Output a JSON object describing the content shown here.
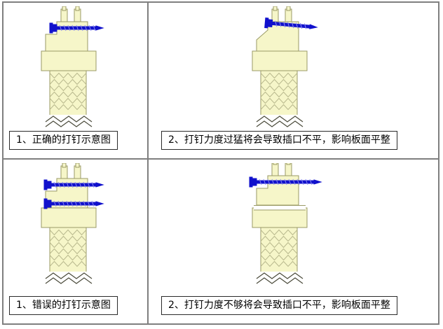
{
  "colors": {
    "panel_fill": "#f6f6c9",
    "panel_outline": "#9a9a66",
    "hatch": "#b9b98e",
    "screw_blue": "#1111cc",
    "screw_thread": "#8c8cf2",
    "line": "#4a4a3a",
    "grid_border": "#7f7f7f"
  },
  "panels": [
    {
      "caption": "1、正确的打钉示意图",
      "variant": "correct"
    },
    {
      "caption": "2、打钉力度过猛将会导致插口不平，影响板面平整",
      "variant": "overdriven"
    },
    {
      "caption": "1、错误的打钉示意图",
      "variant": "wrong"
    },
    {
      "caption": "2、打钉力度不够将会导致插口不平，影响板面平整",
      "variant": "underdriven"
    }
  ]
}
